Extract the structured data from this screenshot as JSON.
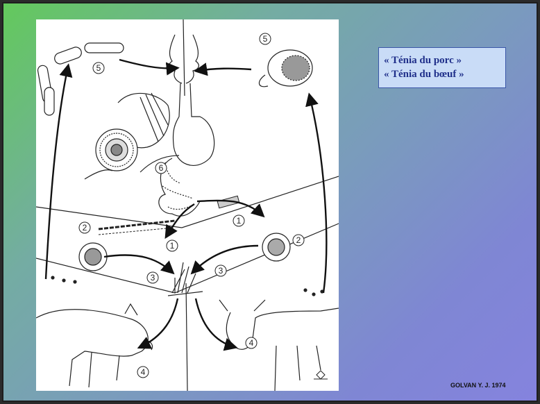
{
  "title_lines": [
    "« Ténia du porc »",
    "« Ténia du bœuf »"
  ],
  "credit": "GOLVAN Y. J. 1974",
  "diagram_labels": {
    "sausage_step": "5",
    "steak_step": "5",
    "muscle_cyst_step": "6",
    "proglottid_right_step": "1",
    "segments_left_step": "2",
    "worm_chain_step": "1",
    "egg_left_step": "2",
    "egg_right_step": "2",
    "grass_left_step": "3",
    "grass_right_step": "3",
    "pig_step": "4",
    "cow_step": "4"
  },
  "colors": {
    "title_text": "#1f2f8a",
    "title_box_bg": "#c9dcf7",
    "title_box_border": "#3a56a8"
  }
}
